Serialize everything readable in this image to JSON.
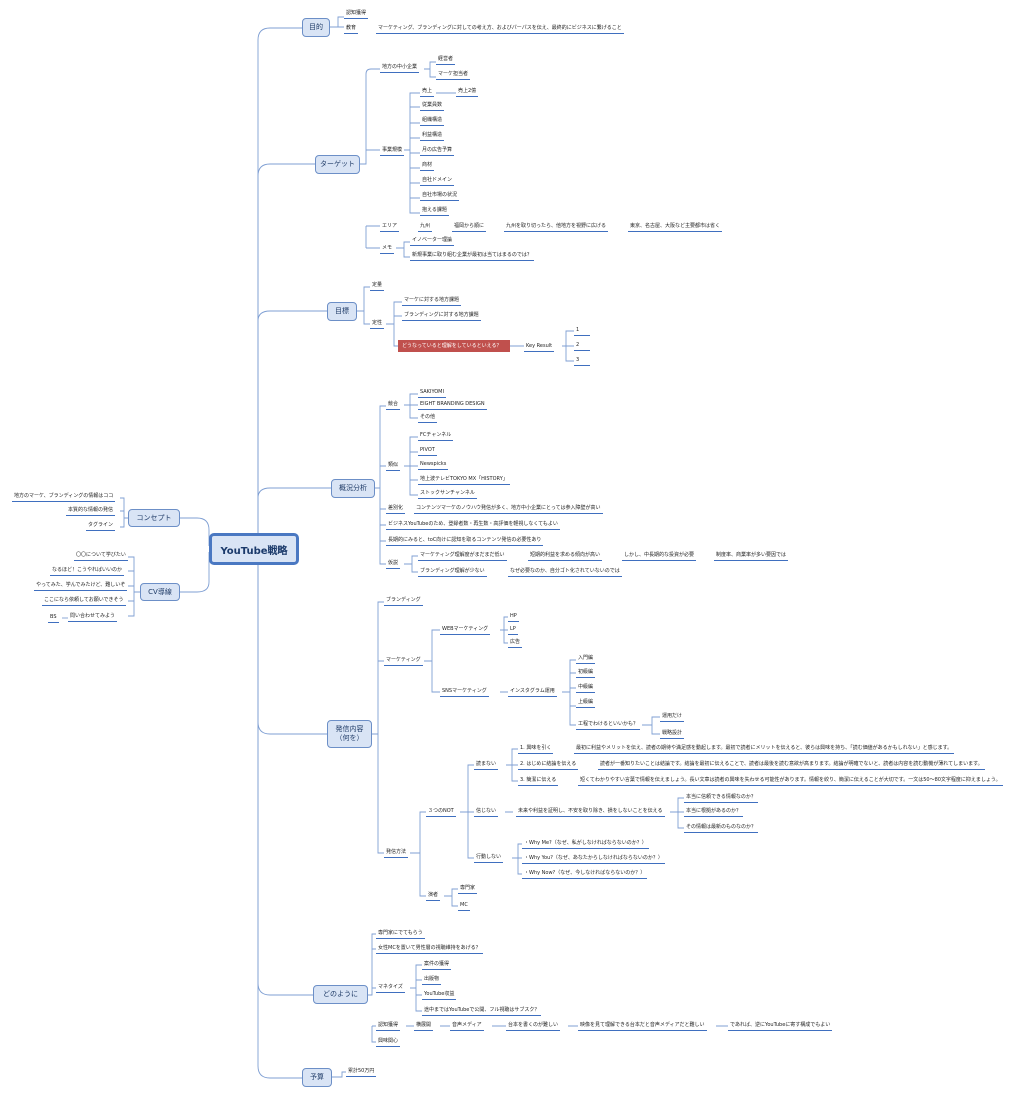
{
  "root": "YouTube戦略",
  "main": {
    "purpose": "目的",
    "target": "ターゲット",
    "goal": "目標",
    "analysis": "概況分析",
    "content": "発信内容\n（何を）",
    "how": "どのように",
    "budget": "予算",
    "concept": "コンセプト",
    "cv": "CV導線"
  },
  "purpose": {
    "awareness": "認知獲得",
    "education": "教育",
    "education_detail": "マーケティング、ブランディングに対しての考え方、およびパーパスを伝え、最終的にビジネスに繋げること"
  },
  "target": {
    "sme": "地方の中小企業",
    "manager": "経営者",
    "mkt_owner": "マーケ担当者",
    "scale": "事業規模",
    "sales": "売上",
    "sales_value": "売上2億",
    "items": [
      "従業員数",
      "組織構造",
      "利益構造",
      "月の広告予算",
      "商材",
      "自社ドメイン",
      "自社市場の状況",
      "抱える課題"
    ],
    "area": "エリア",
    "kyushu": "九州",
    "fukuoka": "福岡から順に",
    "expand": "九州を取り切ったら、他地方を視野に広げる",
    "big_cities": "東京、名古屋、大阪など主要都市は省く",
    "memo": "メモ",
    "innovator": "イノベーター理論",
    "memo_text": "新規事業に取り組む企業が最初は当てはまるのでは？"
  },
  "goal": {
    "quant": "定量",
    "qual": "定性",
    "mk_issue": "マーケに対する地方課題",
    "br_issue": "ブランディングに対する地方課題",
    "state": "どうなっていると理解をしているといえる？",
    "kr": "Key Result",
    "kr1": "1",
    "kr2": "2",
    "kr3": "3"
  },
  "analysis": {
    "compete": "競合",
    "competitors": [
      "SAKIYOMI",
      "EIGHT BRANDING DESIGN",
      "その他"
    ],
    "similar": "類似",
    "similars": [
      "FCチャンネル",
      "PIVOT",
      "Newspicks",
      "地上波テレビTOKYO MX「HISTORY」",
      "ストックサンチャンネル"
    ],
    "diff": "差別化",
    "diff_text": "コンテンツマーケのノウハウ発信が多く、地方中小企業にとっては参入障壁が高い",
    "note1": "ビジネスYouTubeのため、登録者数・再生数・高評価を軽視しなくてもよい",
    "note2": "長期的にみると、toC向けに認知を取るコンテンツ発信の必要性あり",
    "hypo": "仮説",
    "h1a": "マーケティング理解度がまだまだ低い",
    "h1b": "短期的利益を求める傾向が高い",
    "h1c": "しかし、中長期的な投資が必要",
    "h1d": "制度率、商業率が多い要因では",
    "h2a": "ブランディング理解が少ない",
    "h2b": "なぜ必要なのか、自分ゴト化されていないのでは"
  },
  "content": {
    "branding": "ブランディング",
    "marketing": "マーケティング",
    "web": "WEBマーケティング",
    "web_items": [
      "HP",
      "LP",
      "広告"
    ],
    "sns": "SNSマーケティング",
    "insta": "インスタグラム運用",
    "insta_items": [
      "入門編",
      "初級編",
      "中級編",
      "上級編"
    ],
    "kufu": "工程でわけるといいかも？",
    "ops": "運用だけ",
    "strategy": "戦略設計",
    "method": "発信方法",
    "three_not": "３つのNOT",
    "not_read": "読まない",
    "r1": "1. 興味を引く",
    "r1d": "最初に利益やメリットを伝え、読者の期待や満足感を動起します。最初で読者にメリットを伝えると、彼らは興味を持ち、「読む価値があるかもしれない」と感じます。",
    "r2": "2. はじめに結論を伝える",
    "r2d": "読者が一番知りたいことは結論です。結論を最初に伝えることで、読者は最後を読む意欲が高まります。結論が明確でないと、読者は内容を読む動機が薄れてしまいます。",
    "r3": "3. 簡潔に伝える",
    "r3d": "短くてわかりやすい言葉で情報を伝えましょう。長い文章は読者の興味を失わせる可能性があります。情報を絞り、簡潔に伝えることが大切です。一文は50〜80文字程度に抑えましょう。",
    "not_believe": "信じない",
    "b_text": "未来や利益を証明し、不安を取り除き、損をしないことを伝える",
    "b1": "本当に信頼できる情報なのか？",
    "b2": "本当に根拠があるのか？",
    "b3": "その情報は最新のものなのか？",
    "not_act": "行動しない",
    "a1": "・Why Me?（なぜ、私がしなければならないのか？）",
    "a2": "・Why You?（なぜ、あなたからしなければならないのか？）",
    "a3": "・Why Now?（なぜ、今しなければならないのか？）",
    "performer": "演者",
    "expert": "専門家",
    "mc": "MC"
  },
  "how": {
    "h1": "専門家にでてもらう",
    "h2": "女性MCを置いて男性層の視聴維持をあげる？",
    "monetize": "マネタイズ",
    "m1": "案件の獲得",
    "m2": "出版物",
    "m3": "YouTube収益",
    "m4": "途中まではYouTubeで公開、フル視聴はサブスク？",
    "awareness": "認知獲得",
    "horizontal": "横展開",
    "audio": "音声メディア",
    "hard": "台本を書くのが難しい",
    "video_hard": "映像を見て理解できる台本だと音声メディアだと難しい",
    "then": "であれば、逆にYouTubeに寄す構成でもよい",
    "interest": "興味関心"
  },
  "budget": {
    "total": "累計50万円"
  },
  "concept": {
    "c1": "地方のマーケ、ブランディングの情報はココ",
    "c2": "本質的な情報の発信",
    "c3": "タグライン"
  },
  "cv": {
    "cv1": "〇〇について学びたい",
    "cv2": "なるほど！こうやればいいのか",
    "cv3": "やってみた、学んでみたけど、難しいぞ",
    "cv4": "ここになら依頼してお願いできそう",
    "cv5": "問い合わせてみよう",
    "bs": "BS"
  }
}
